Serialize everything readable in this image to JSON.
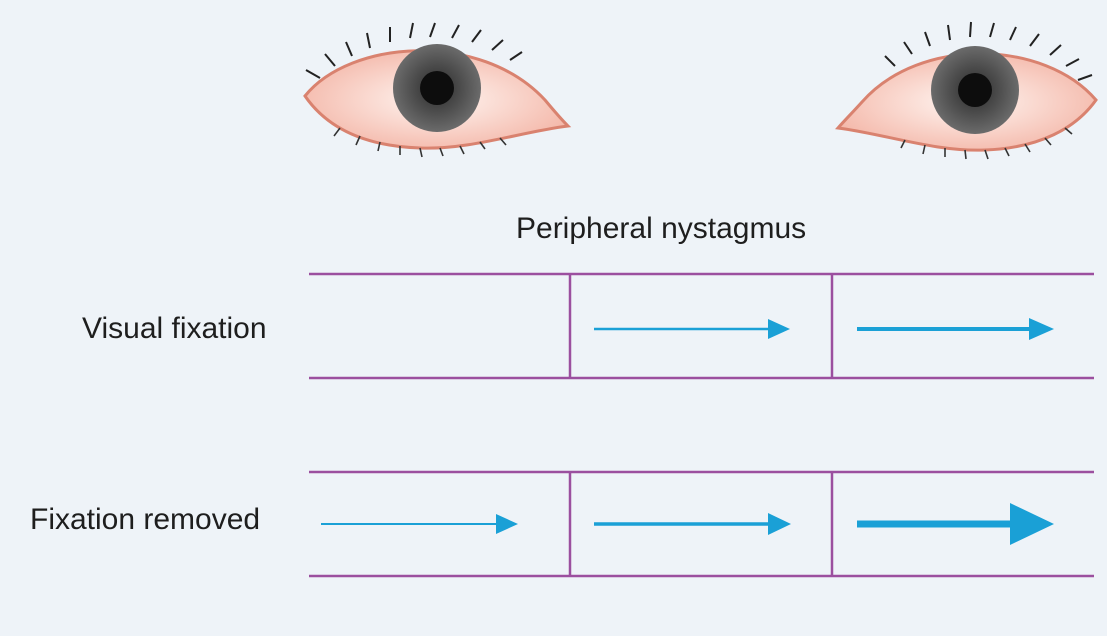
{
  "diagram": {
    "title": "Peripheral nystagmus",
    "rows": [
      {
        "label": "Visual fixation",
        "arrows": [
          "none",
          "thin",
          "medium"
        ]
      },
      {
        "label": "Fixation removed",
        "arrows": [
          "thin",
          "medium",
          "thick"
        ]
      }
    ],
    "colors": {
      "grid_line": "#9b4f9f",
      "arrow": "#1aa0d6",
      "background": "#eef3f8",
      "sclera": "#fbe0d8",
      "iris": "#5a5a5a",
      "pupil": "#111111"
    }
  }
}
